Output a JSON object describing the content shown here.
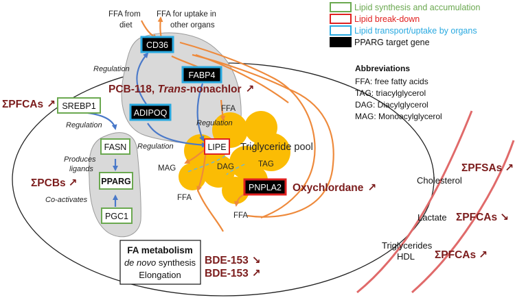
{
  "top": {
    "ffa_diet": [
      "FFA from",
      "diet"
    ],
    "ffa_uptake": [
      "FFA for uptake in",
      "other organs"
    ]
  },
  "legend": [
    {
      "label": "Lipid synthesis and accumulation",
      "box": "#6aa84f",
      "fill": "#ffffff",
      "text": "#6aa84f"
    },
    {
      "label": "Lipid break-down",
      "box": "#e02020",
      "fill": "#ffffff",
      "text": "#e02020"
    },
    {
      "label": "Lipid transport/uptake by organs",
      "box": "#29a9e0",
      "fill": "#ffffff",
      "text": "#29a9e0"
    },
    {
      "label": "PPARG target gene",
      "box": "#000000",
      "fill": "#000000",
      "text": "#111111"
    }
  ],
  "genes": {
    "cd36": "CD36",
    "fabp4": "FABP4",
    "adipoq": "ADIPOQ",
    "srebp1": "SREBP1",
    "fasn": "FASN",
    "pparg": "PPARG",
    "pgc1": "PGC1",
    "lipe": "LIPE",
    "pnpla2": "PNPLA2"
  },
  "labels": {
    "regulation": "Regulation",
    "produces_ligands": [
      "Produces",
      "ligands"
    ],
    "co_activates": "Co-activates",
    "ffa": "FFA",
    "mag": "MAG",
    "dag": "DAG",
    "tag": "TAG",
    "triglyceride_pool": "Triglyceride pool"
  },
  "abbreviations": {
    "title": "Abbreviations",
    "items": [
      "FFA: free fatty acids",
      "TAG: triacylglycerol",
      "DAG: Diacylglycerol",
      "MAG: Monoacylglycerol"
    ]
  },
  "chemicals": {
    "pcb118_a": "PCB-118, ",
    "pcb118_b": "Trans",
    "pcb118_c": "-nonachlor",
    "pfcas": "ΣPFCAs",
    "pcbs": "ΣPCBs",
    "oxychlordane": "Oxychlordane",
    "bde153_down": "BDE-153",
    "bde153_up": "BDE-153",
    "pfsas_blood": "ΣPFSAs",
    "pfcas_lactate": "ΣPFCAs",
    "pfcas_hdl": "ΣPFCAs",
    "arrow_up": "↗",
    "arrow_down": "↘"
  },
  "fa_metabolism": {
    "title": "FA metabolism",
    "line1": "de novo",
    "line1_rest": " synthesis",
    "line2": "Elongation"
  },
  "blood": {
    "cholesterol": "Cholesterol",
    "lactate": "Lactate",
    "triglycerides": "Triglycerides",
    "hdl": "HDL"
  },
  "colors": {
    "green": "#6aa84f",
    "red": "#e02020",
    "blue": "#29a9e0",
    "orange": "#ee8a3c",
    "arrow_blue": "#4a79c9",
    "chemical": "#7b1c1c",
    "vessel": "#e06a6a",
    "gray_region": "#d9d9d9",
    "lipid": "#fbbc04"
  }
}
